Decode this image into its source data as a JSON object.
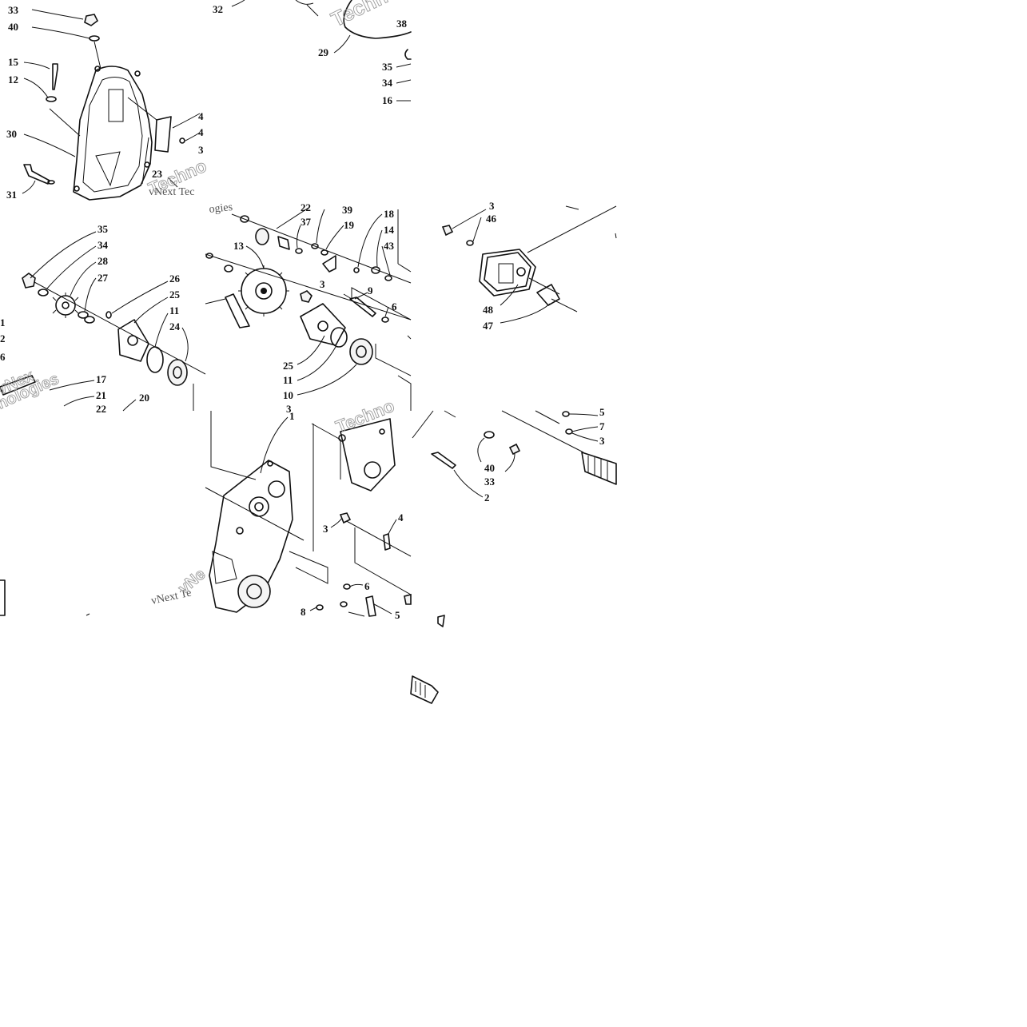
{
  "diagram": {
    "watermark_text": [
      "Techn",
      "Techno",
      "vNext Tec",
      "vNext Te",
      "vNex",
      "nologies",
      "ogies",
      "Techno",
      "vNe",
      "Tec"
    ],
    "callouts": [
      "33",
      "40",
      "15",
      "12",
      "30",
      "31",
      "32",
      "29",
      "38",
      "35",
      "34",
      "16",
      "4",
      "4",
      "3",
      "23",
      "35",
      "34",
      "28",
      "27",
      "26",
      "25",
      "11",
      "24",
      "17",
      "21",
      "20",
      "1",
      "2",
      "6",
      "22",
      "22",
      "37",
      "39",
      "18",
      "19",
      "14",
      "43",
      "13",
      "3",
      "9",
      "6",
      "25",
      "11",
      "10",
      "3",
      "3",
      "46",
      "48",
      "47",
      "1",
      "3",
      "4",
      "6",
      "8",
      "5",
      "5",
      "7",
      "3",
      "40",
      "33",
      "2"
    ],
    "tile_order": [
      "top-left",
      "top-middle",
      "middle-left",
      "center",
      "middle-right",
      "bottom-middle",
      "bottom-right"
    ]
  }
}
